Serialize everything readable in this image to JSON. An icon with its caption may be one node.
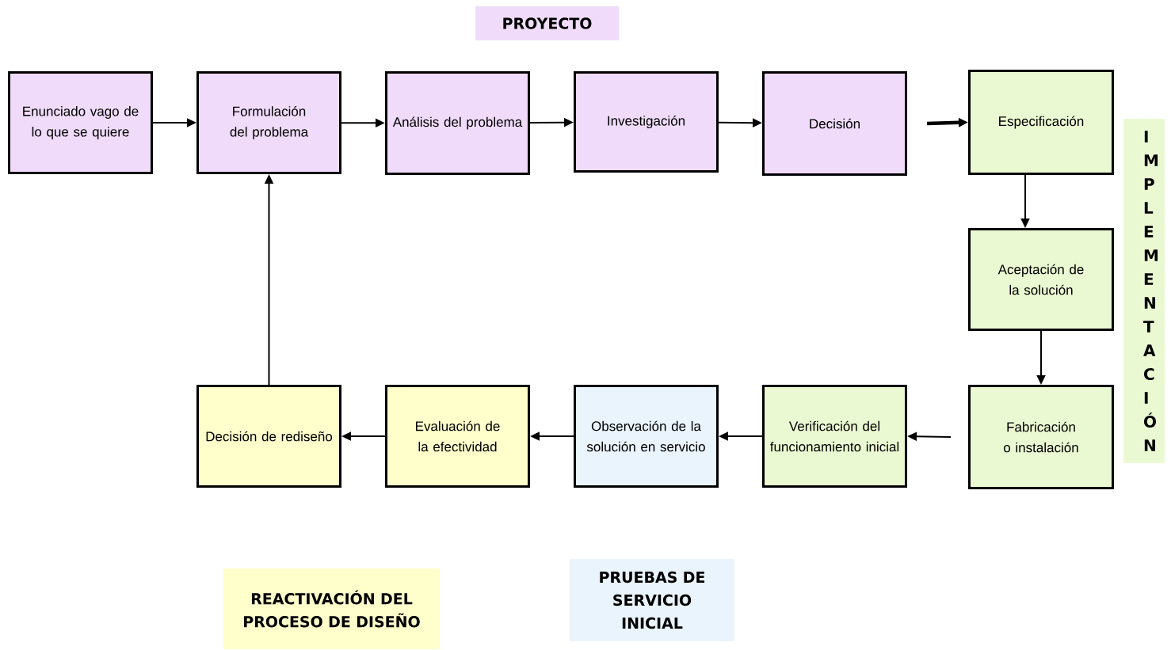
{
  "diagram": {
    "nodes": [
      {
        "text": [
          "Enunciado vago de lo que se quiere"
        ]
      },
      {
        "text": [
          "Formulación del problema"
        ]
      },
      {
        "text": [
          "Análisis del problema"
        ]
      },
      {
        "text": [
          "Investigación"
        ]
      },
      {
        "text": [
          "Decisión"
        ]
      },
      {
        "text": [
          "Especificación"
        ]
      },
      {
        "text": [
          "Aceptación de la solución"
        ]
      },
      {
        "text": [
          "Fabricación o instalación"
        ]
      },
      {
        "text": [
          "Verificación del funcionamiento inicial"
        ]
      },
      {
        "text": [
          "Observación de la solución en servicio"
        ]
      },
      {
        "text": [
          "Evaluación de la efectividad"
        ]
      },
      {
        "text": [
          "Decisión de rediseño"
        ]
      },
      {
        "text": [
          "PROYECTO"
        ]
      },
      {
        "text": [
          "IMPLEMENTACIÓN"
        ]
      },
      {
        "text": [
          "REACTIVACIÓN DEL PROCESO DE DISEÑO"
        ]
      },
      {
        "text": [
          "PRUEBAS DE SERVICIO INICIAL"
        ]
      }
    ],
    "edges": [
      {
        "from": 0,
        "to": 1,
        "arrow": "to"
      },
      {
        "from": 1,
        "to": 2,
        "arrow": "to"
      },
      {
        "from": 2,
        "to": 3,
        "arrow": "to"
      },
      {
        "from": 3,
        "to": 4,
        "arrow": "to"
      },
      {
        "from": 4,
        "to": 5,
        "arrow": "to",
        "style": "thick"
      },
      {
        "from": 5,
        "to": 6,
        "arrow": "to"
      },
      {
        "from": 6,
        "to": 7,
        "arrow": "to"
      },
      {
        "from": 7,
        "to": 8,
        "arrow": "to"
      },
      {
        "from": 8,
        "to": 9,
        "arrow": "to"
      },
      {
        "from": 9,
        "to": 10,
        "arrow": "to"
      },
      {
        "from": 10,
        "to": 11,
        "arrow": "to"
      },
      {
        "from": 11,
        "to": 1,
        "arrow": "to"
      }
    ]
  }
}
